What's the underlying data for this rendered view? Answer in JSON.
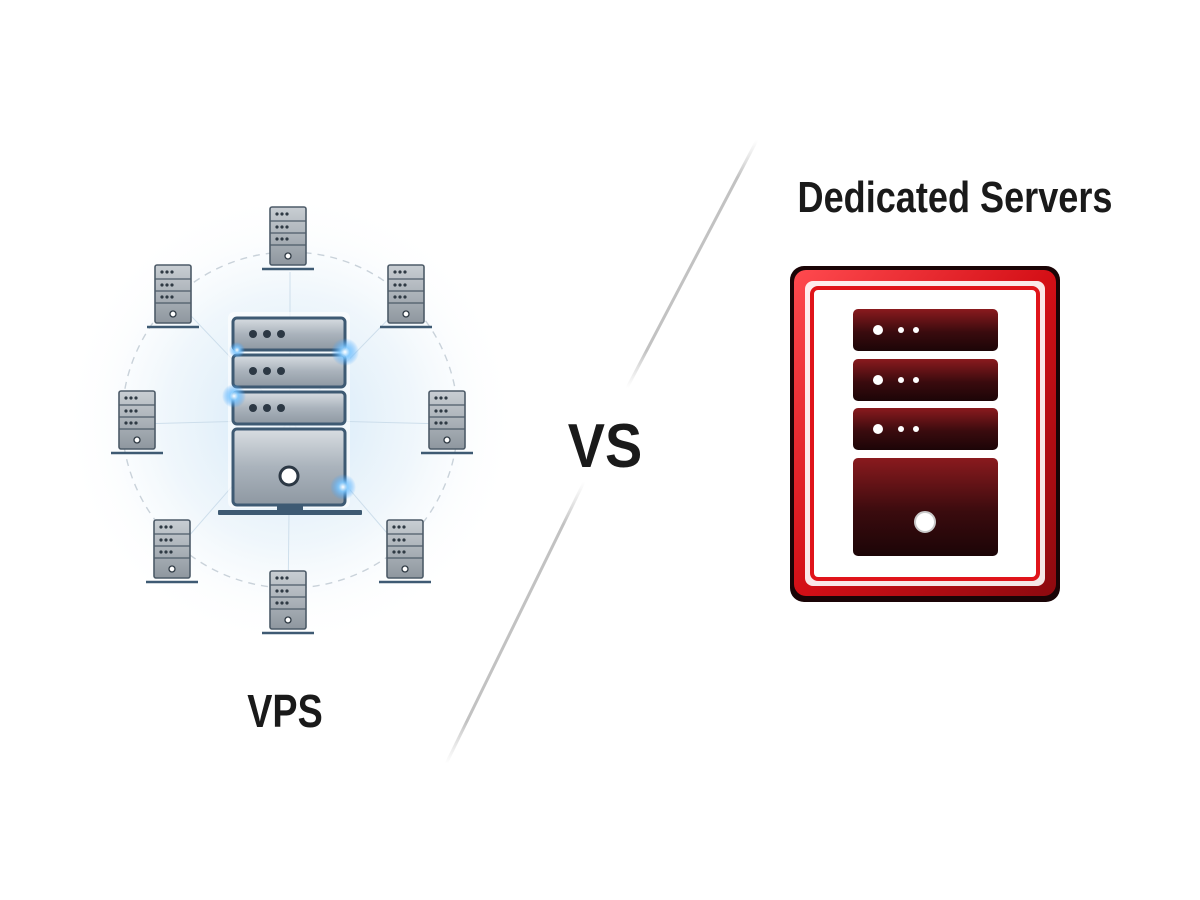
{
  "labels": {
    "vps": "VPS",
    "vs": "VS",
    "dedicated": "Dedicated Servers"
  },
  "icons": {
    "vps_central": "vps-central-server-icon",
    "vps_nodes": "small-server-icon",
    "dedicated": "dedicated-server-icon"
  },
  "colors": {
    "vps_blue_glow": "#5fb8ff",
    "vps_server_steel": "#9aa6b2",
    "vps_server_frame": "#3e5a73",
    "dedicated_red": "#e0141a",
    "dedicated_dark": "#2a0a0c",
    "divider": "#c4c4c4",
    "text": "#1a1a1a"
  }
}
